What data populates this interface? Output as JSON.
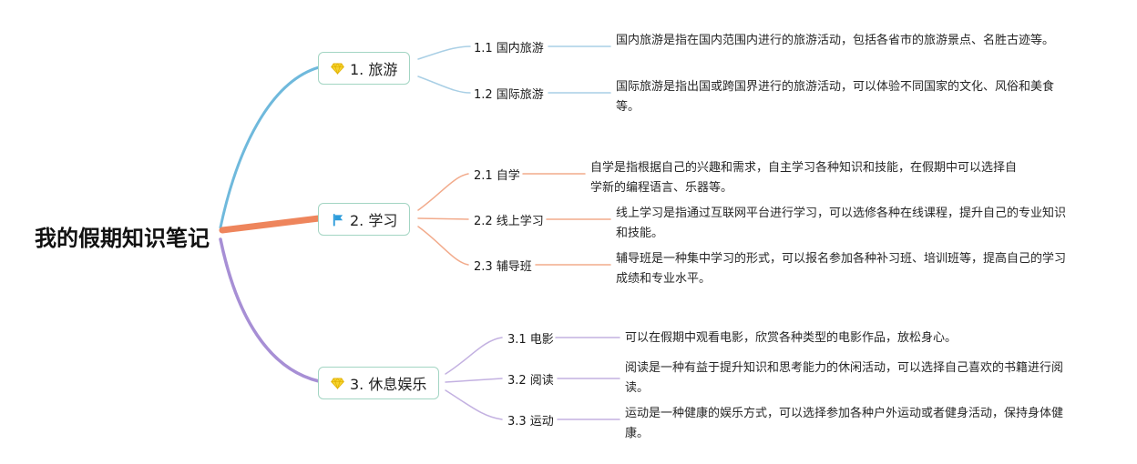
{
  "root": {
    "label": "我的假期知识笔记"
  },
  "branches": [
    {
      "label": "1. 旅游",
      "icon": "gem-icon",
      "children": [
        {
          "label": "1.1 国内旅游",
          "desc": "国内旅游是指在国内范围内进行的旅游活动，包括各省市的旅游景点、名胜古迹等。"
        },
        {
          "label": "1.2 国际旅游",
          "desc": "国际旅游是指出国或跨国界进行的旅游活动，可以体验不同国家的文化、风俗和美食等。"
        }
      ]
    },
    {
      "label": "2. 学习",
      "icon": "flag-icon",
      "children": [
        {
          "label": "2.1 自学",
          "desc": "自学是指根据自己的兴趣和需求，自主学习各种知识和技能，在假期中可以选择自学新的编程语言、乐器等。"
        },
        {
          "label": "2.2 线上学习",
          "desc": "线上学习是指通过互联网平台进行学习，可以选修各种在线课程，提升自己的专业知识和技能。"
        },
        {
          "label": "2.3 辅导班",
          "desc": "辅导班是一种集中学习的形式，可以报名参加各种补习班、培训班等，提高自己的学习成绩和专业水平。"
        }
      ]
    },
    {
      "label": "3. 休息娱乐",
      "icon": "gem-icon",
      "children": [
        {
          "label": "3.1 电影",
          "desc": "可以在假期中观看电影，欣赏各种类型的电影作品，放松身心。"
        },
        {
          "label": "3.2 阅读",
          "desc": "阅读是一种有益于提升知识和思考能力的休闲活动，可以选择自己喜欢的书籍进行阅读。"
        },
        {
          "label": "3.3 运动",
          "desc": "运动是一种健康的娱乐方式，可以选择参加各种户外运动或者健身活动，保持身体健康。"
        }
      ]
    }
  ],
  "colors": {
    "branch-travel": "#6fb9dc",
    "branch-study": "#ee855c",
    "branch-leisure": "#a78fd5",
    "branch-travel-light": "#a9cfe5",
    "branch-study-light": "#f2ab8c",
    "branch-leisure-light": "#c3b1e1",
    "node-border": "#a3d5c3",
    "gem-icon-color": "#f6d32d",
    "flag-icon-color": "#2d9cdb"
  }
}
